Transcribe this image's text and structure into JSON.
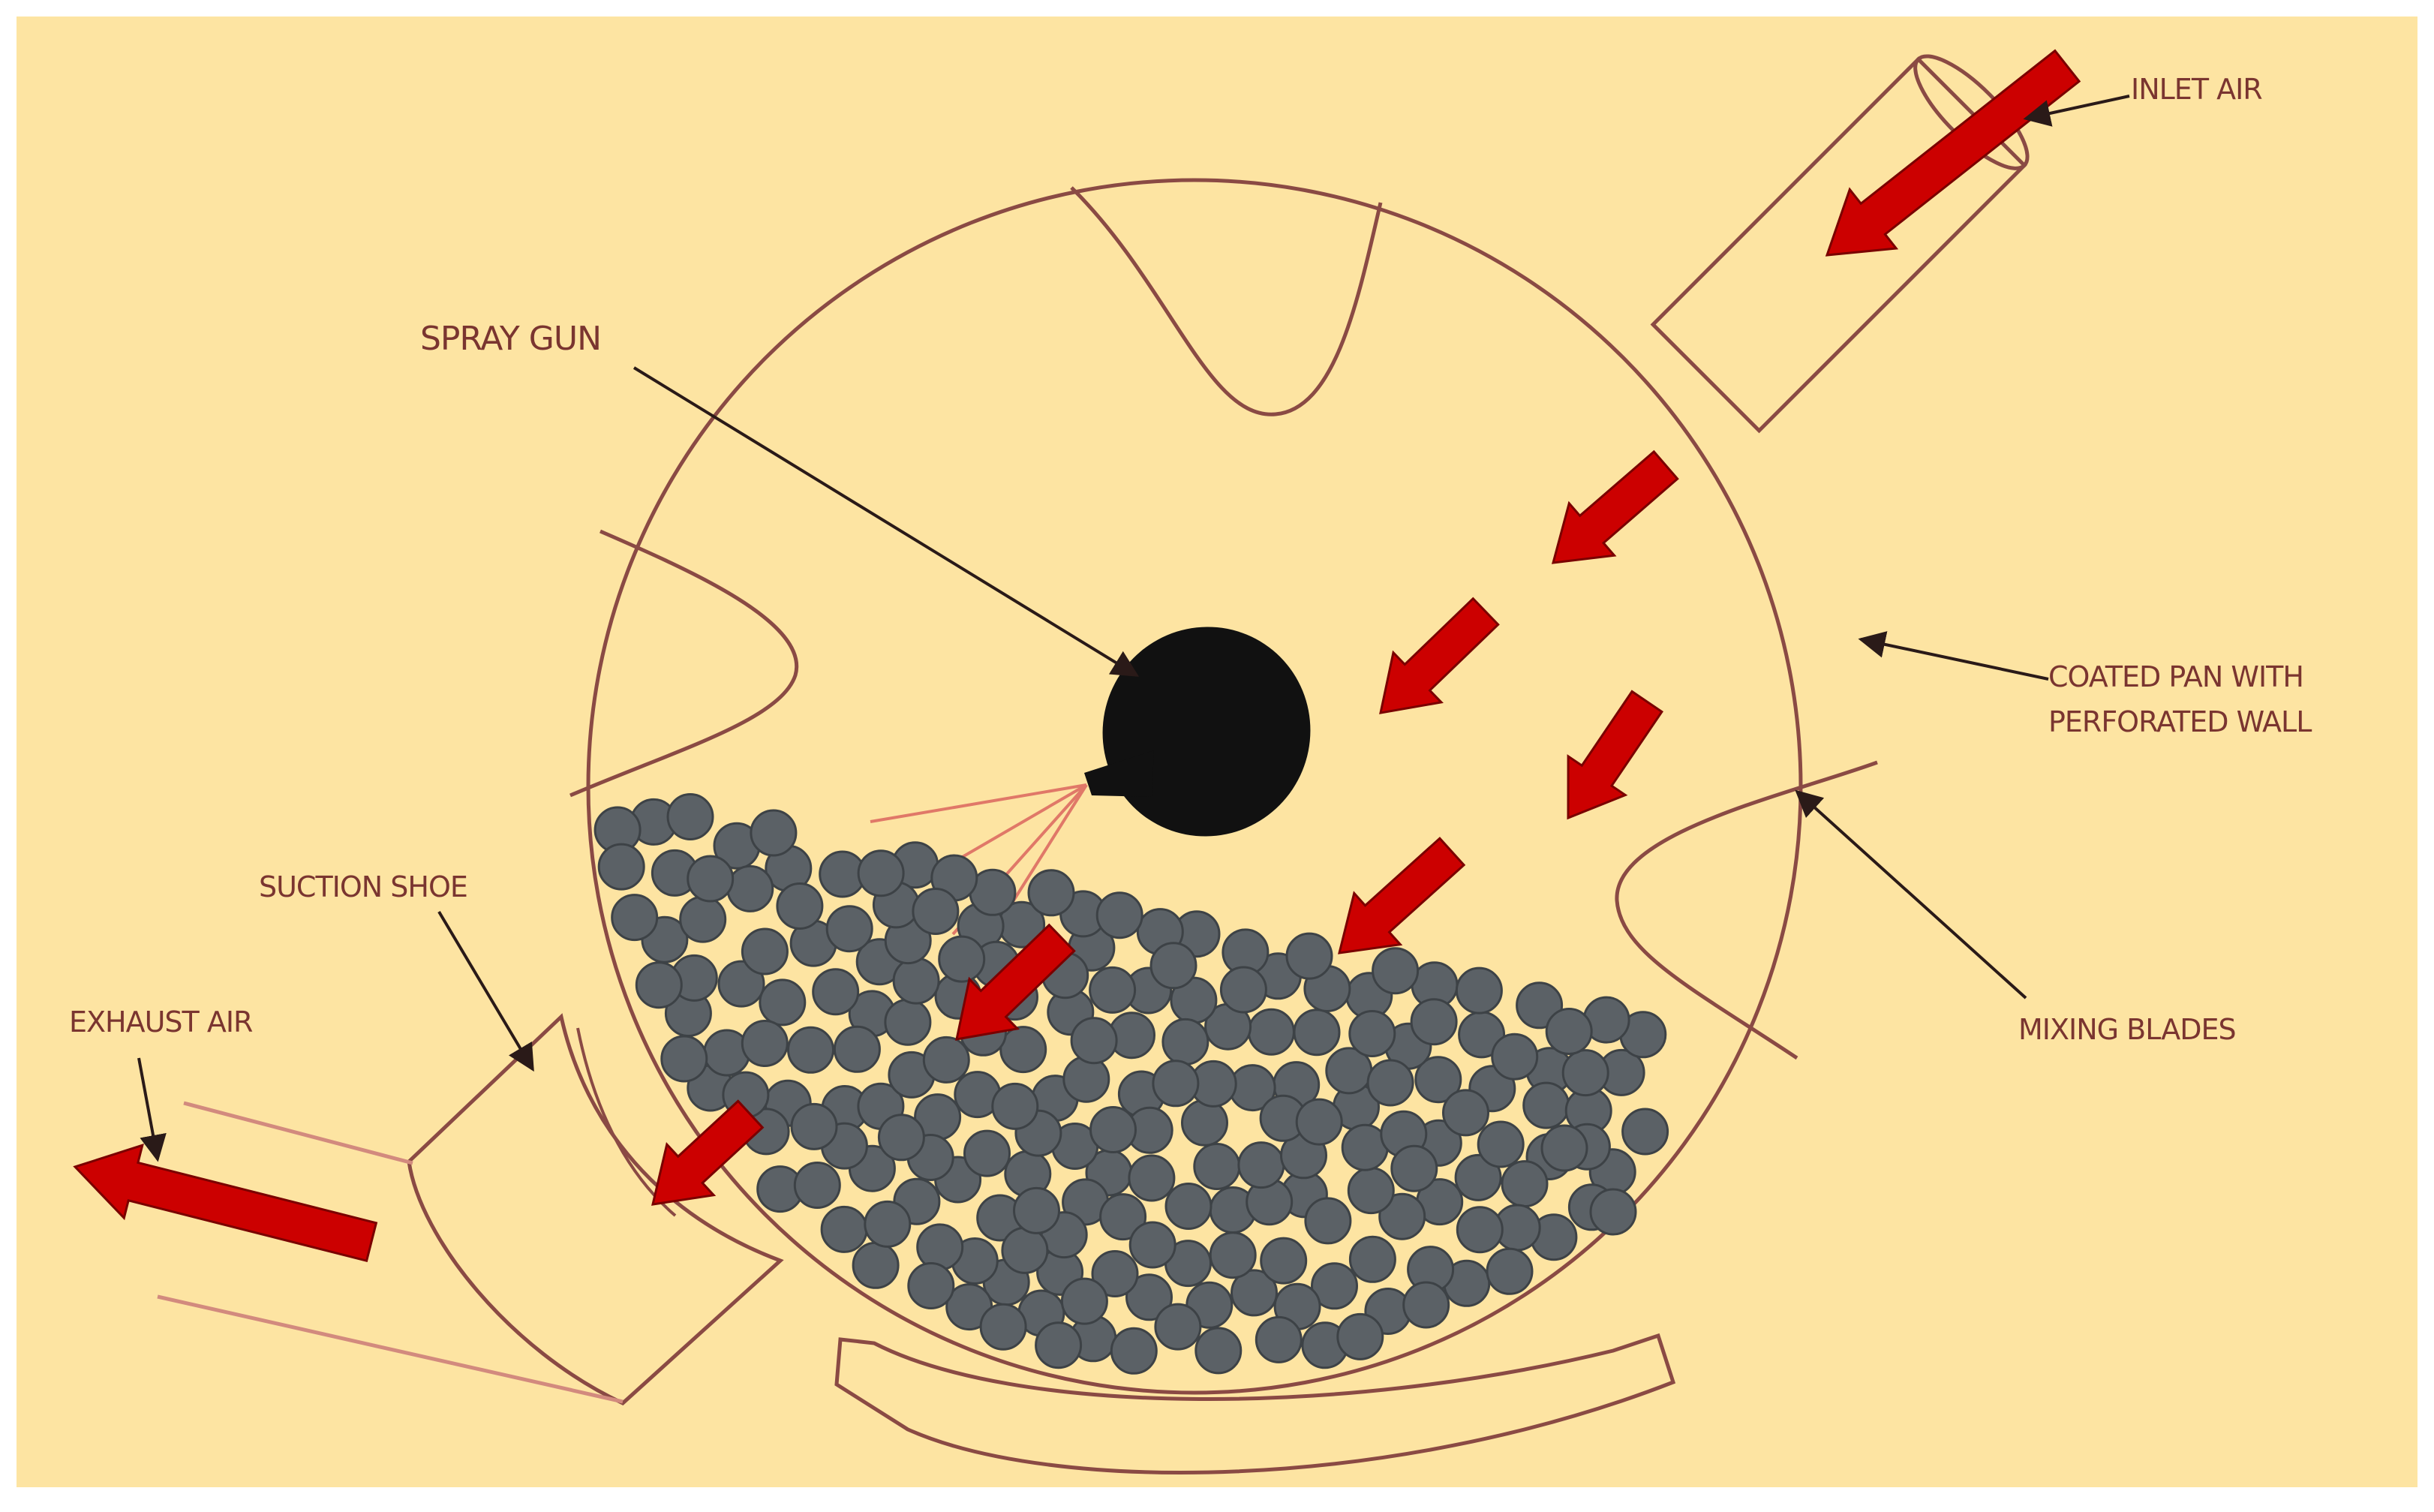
{
  "labels": {
    "inlet_air": "INLET AIR",
    "spray_gun": "SPRAY GUN",
    "coated_pan_line1": "COATED PAN WITH",
    "coated_pan_line2": "PERFORATED WALL",
    "suction_shoe": "SUCTION SHOE",
    "exhaust_air": "EXHAUST AIR",
    "mixing_blades": "MIXING BLADES"
  },
  "colors": {
    "background": "#fde4a2",
    "outline": "#8a4a44",
    "arrow_red": "#cc0000",
    "arrow_edge": "#7a0000",
    "particle": "#5b6166",
    "particle_edge": "#3d4246",
    "spray_gun": "#111111",
    "leader": "#2a1a18"
  },
  "icons": {
    "airflow": "red-block-arrow",
    "tablet": "gray-circle"
  }
}
